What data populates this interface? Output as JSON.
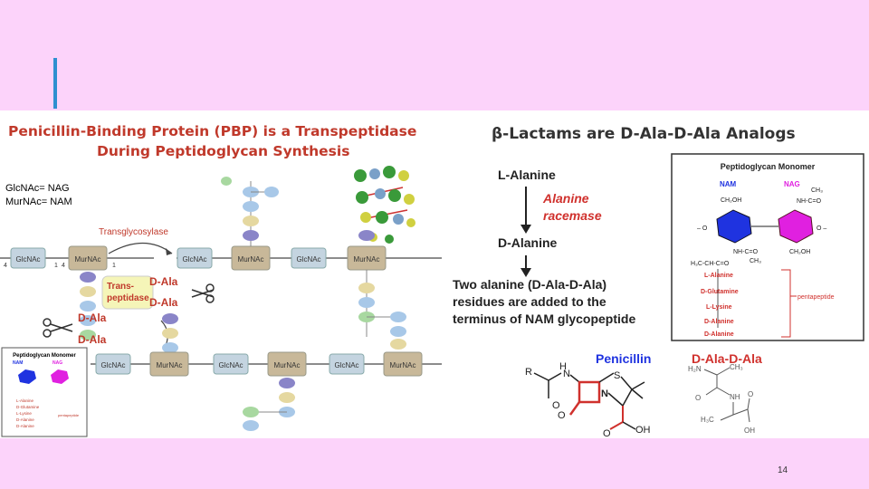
{
  "slide": {
    "number": "14"
  },
  "left_panel": {
    "title_line1": "Penicillin-Binding Protein (PBP) is a Transpeptidase",
    "title_line2": "During Peptidoglycan Synthesis",
    "legend_nag": "GlcNAc= NAG",
    "legend_nam": "MurNAc= NAM",
    "transglycosylase": "Transglycosylase",
    "transpeptidase_line1": "Trans-",
    "transpeptidase_line2": "peptidase",
    "d_ala": "D-Ala",
    "glcnac": "GlcNAc",
    "murnac": "MurNAc",
    "linkage_1": "1",
    "linkage_4": "4",
    "inset": {
      "title": "Peptidoglycan Monomer",
      "nam": "NAM",
      "nag": "NAG",
      "rows": [
        "L-Alanine",
        "D-Glutamine",
        "L-Lysine",
        "D-Alanine",
        "D-Alanine"
      ],
      "pentapeptide": "pentapeptide"
    }
  },
  "right_panel": {
    "title": "β-Lactams are D-Ala-D-Ala Analogs",
    "l_alanine": "L-Alanine",
    "racemase_line1": "Alanine",
    "racemase_line2": "racemase",
    "d_alanine": "D-Alanine",
    "text_line1": "Two alanine (D-Ala-D-Ala)",
    "text_line2": "residues are added to the",
    "text_line3": "terminus of NAM glycopeptide",
    "penicillin": "Penicillin",
    "dala_dala": "D-Ala-D-Ala",
    "monomer": {
      "title": "Peptidoglycan Monomer",
      "nam": "NAM",
      "nag": "NAG",
      "peptides": [
        "L-Alanine",
        "D-Glutamine",
        "L-Lysine",
        "D-Alanine",
        "D-Alanine"
      ],
      "pentapeptide": "pentapeptide",
      "ch2oh": "CH₂OH",
      "ch3": "CH₃",
      "nh_ceo": "NH-C=O",
      "h3c_ch": "H₃C-CH-C=O"
    },
    "penicillin_labels": {
      "r": "R",
      "h": "H",
      "n": "N",
      "s": "S",
      "o": "O",
      "oh": "OH"
    },
    "dala_labels": {
      "h2n": "H₂N",
      "ch3": "CH₃",
      "nh": "NH",
      "h3c": "H₃C",
      "oh": "OH",
      "o": "O"
    }
  },
  "colors": {
    "background": "#fcd3fa",
    "accent": "#2f8fd0",
    "title_red": "#c0392b",
    "nag_box": "#c4d4e0",
    "nam_box": "#c8b899",
    "nam_hex": "#1f33e0",
    "nag_hex": "#e020e0",
    "red_accent": "#d0312d"
  }
}
